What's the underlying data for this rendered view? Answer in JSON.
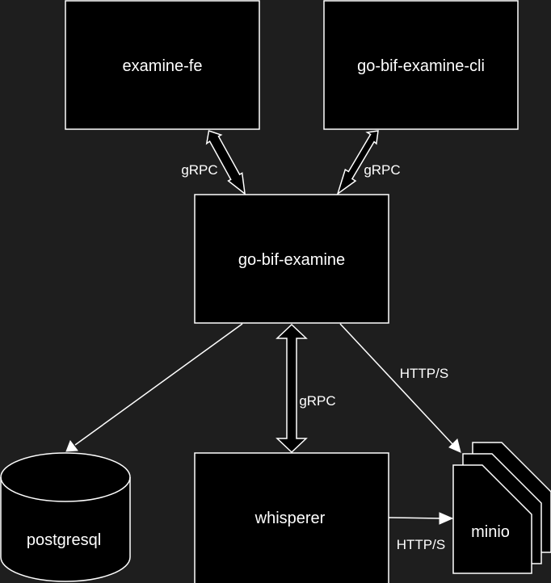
{
  "colors": {
    "background": "#1e1e1e",
    "node_fill": "#000000",
    "stroke": "#ffffff",
    "text": "#ffffff"
  },
  "nodes": {
    "examine_fe": "examine-fe",
    "examine_cli": "go-bif-examine-cli",
    "examine": "go-bif-examine",
    "whisperer": "whisperer",
    "postgresql": "postgresql",
    "minio": "minio"
  },
  "edges": {
    "fe_grpc": "gRPC",
    "cli_grpc": "gRPC",
    "whisperer_grpc": "gRPC",
    "examine_minio_http": "HTTP/S",
    "whisperer_minio_http": "HTTP/S"
  }
}
